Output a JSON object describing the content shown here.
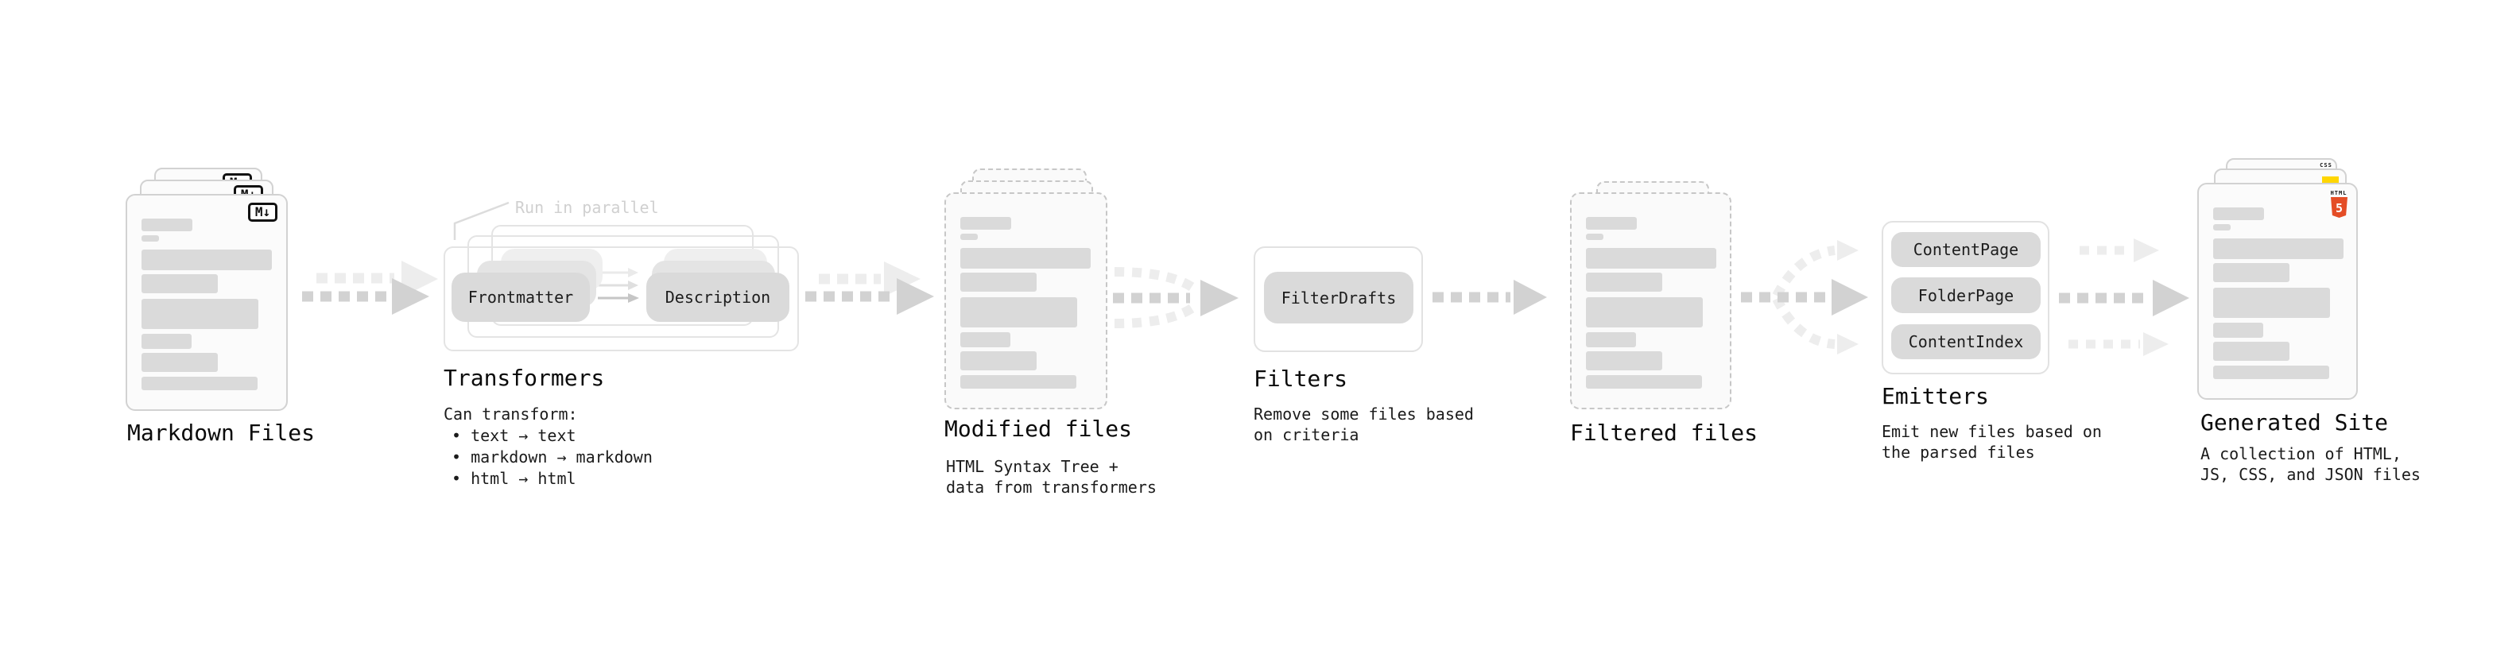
{
  "stations": {
    "markdown": {
      "label": "Markdown Files",
      "badge": "M↓"
    },
    "transformers": {
      "annotation": "Run in parallel",
      "pill_frontmatter": "Frontmatter",
      "pill_description": "Description",
      "label": "Transformers",
      "desc_title": "Can transform:",
      "bullets": [
        "• text → text",
        "• markdown → markdown",
        "• html → html"
      ]
    },
    "modified": {
      "label": "Modified files",
      "desc": "HTML Syntax Tree +\ndata from transformers"
    },
    "filters": {
      "pill": "FilterDrafts",
      "label": "Filters",
      "desc": "Remove some files based\non criteria"
    },
    "filtered": {
      "label": "Filtered files"
    },
    "emitters": {
      "pills": [
        "ContentPage",
        "FolderPage",
        "ContentIndex"
      ],
      "label": "Emitters",
      "desc": "Emit new files based on\nthe parsed files"
    },
    "generated": {
      "label": "Generated Site",
      "desc": "A collection of HTML,\nJS, CSS, and JSON files",
      "badge_html_label": "HTML",
      "badge_html_number": "5",
      "badge_css": "CSS"
    }
  },
  "colors": {
    "arrow": "#d2d2d2",
    "arrow_light": "#ededed",
    "leader": "#dcdcdc",
    "pill_arrow_front": "#c6c6c6",
    "pill_arrow_mid": "#dfdfdf",
    "pill_arrow_back": "#eaeaea",
    "html5_orange": "#e44d26",
    "js_yellow": "#ffd600",
    "css_blue": "#1572b6"
  }
}
